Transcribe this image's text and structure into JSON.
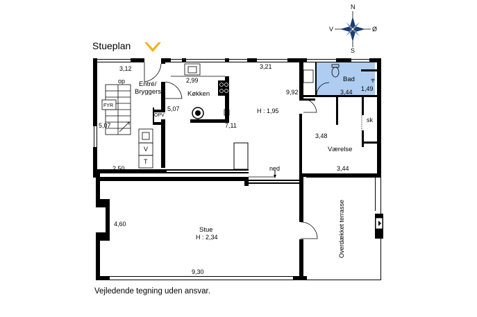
{
  "title": "Stueplan",
  "footer": "Vejledende tegning uden ansvar.",
  "compass": {
    "north": "N",
    "south": "S",
    "east": "Ø",
    "west": "V"
  },
  "rooms": {
    "entry": [
      "Entré/",
      "Bryggers"
    ],
    "kitchen": "Køkken",
    "bath": "Bad",
    "room": "Værelse",
    "living": "Stue",
    "living_height": "H : 2,34",
    "hall_height": "H : 1,95",
    "terrace": "Overdækket terrasse"
  },
  "labels": {
    "stairs_up": "op",
    "stairs_down": "ned",
    "boiler": "FYR",
    "opv": "OPV",
    "washer": "V",
    "dryer": "T",
    "closet": "sk"
  },
  "dimensions": {
    "d312": "3,12",
    "d299": "2,99",
    "d321": "3,21",
    "d992": "9,92",
    "d344a": "3,44",
    "d149": "1,49",
    "d507a": "5,07",
    "d507b": "5,07",
    "d711": "7,11",
    "d348": "3,48",
    "d344b": "3,44",
    "d250": "2,50",
    "d460": "4,60",
    "d930": "9,30"
  },
  "colors": {
    "wall": "#000000",
    "bath_fill": "#aecdf0",
    "entry_marker": "#f2b21a"
  }
}
